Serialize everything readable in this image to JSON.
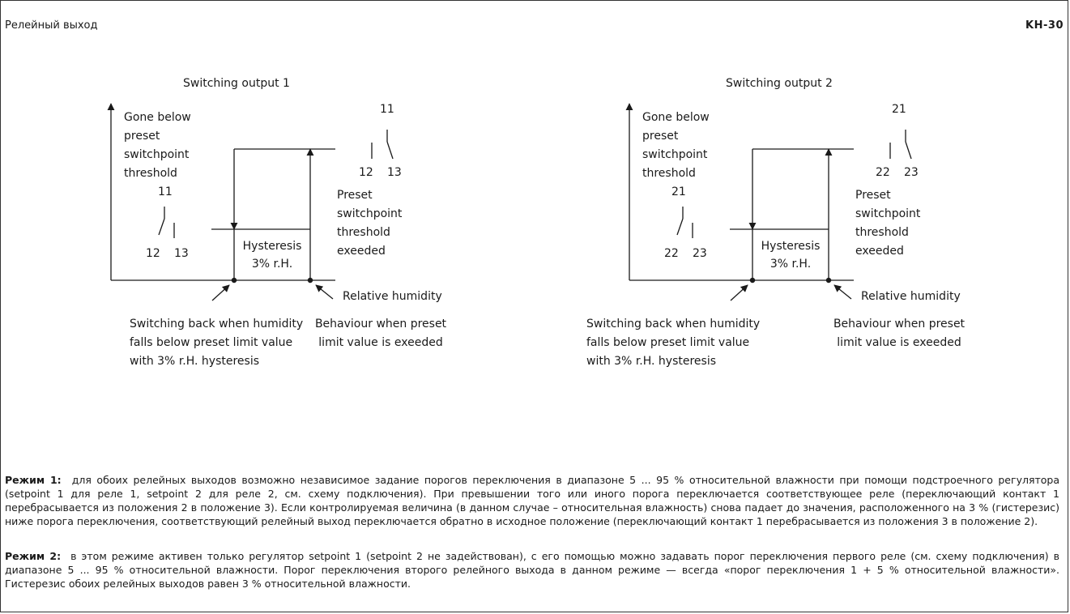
{
  "header": {
    "section": "Релейный выход",
    "model": "KH-30"
  },
  "diagrams": [
    {
      "title": "Switching output 1",
      "contact_com": "11",
      "contact_nc": "12",
      "contact_no": "13",
      "below_label": [
        "Gone below",
        "preset",
        "switchpoint",
        "threshold"
      ],
      "exceeded_label": [
        "Preset",
        "switchpoint",
        "threshold",
        "exeeded"
      ],
      "hysteresis": [
        "Hysteresis",
        "3% r.H."
      ],
      "axis_label": "Relative humidity",
      "back_caption": [
        "Switching back when humidity",
        "falls below preset limit value",
        "with 3% r.H. hysteresis"
      ],
      "exceed_caption": [
        "Behaviour when preset",
        "limit value is exeeded"
      ]
    },
    {
      "title": "Switching output 2",
      "contact_com": "21",
      "contact_nc": "22",
      "contact_no": "23",
      "below_label": [
        "Gone below",
        "preset",
        "switchpoint",
        "threshold"
      ],
      "exceeded_label": [
        "Preset",
        "switchpoint",
        "threshold",
        "exeeded"
      ],
      "hysteresis": [
        "Hysteresis",
        "3% r.H."
      ],
      "axis_label": "Relative humidity",
      "back_caption": [
        "Switching back when humidity",
        "falls below preset limit value",
        "with 3% r.H. hysteresis"
      ],
      "exceed_caption": [
        "Behaviour when preset",
        "limit value is exeeded"
      ]
    }
  ],
  "paragraphs": [
    {
      "label": "Режим 1:",
      "text": "для обоих релейных выходов возможно независимое задание порогов переключения в диапазоне 5 ... 95 % относительной влажности при помощи подстроечного регулятора (setpoint 1 для реле 1, setpoint 2 для реле 2, см. схему подключения). При превышении того или иного порога переключается соответствующее реле (переключающий контакт 1 перебрасывается из положения 2 в положение 3). Если контролируемая величина (в данном случае – относительная влажность) снова падает до значения, расположенного на 3 % (гистерезис) ниже порога переключения, соответствующий релейный выход переключается обратно в исходное положение (переключающий контакт 1 перебрасывается из положения 3 в положение 2)."
    },
    {
      "label": "Режим 2:",
      "text": "в этом режиме активен только регулятор setpoint 1 (setpoint 2 не задействован), с его помощью можно задавать порог переключения первого реле (см. схему подключения) в диапазоне 5 ... 95 % относительной влажности. Порог переключения второго релейного выхода в данном режиме — всегда «порог переключения 1 + 5 % относительной влажности». Гистерезис обоих релейных выходов равен 3 % относительной влажности."
    }
  ]
}
